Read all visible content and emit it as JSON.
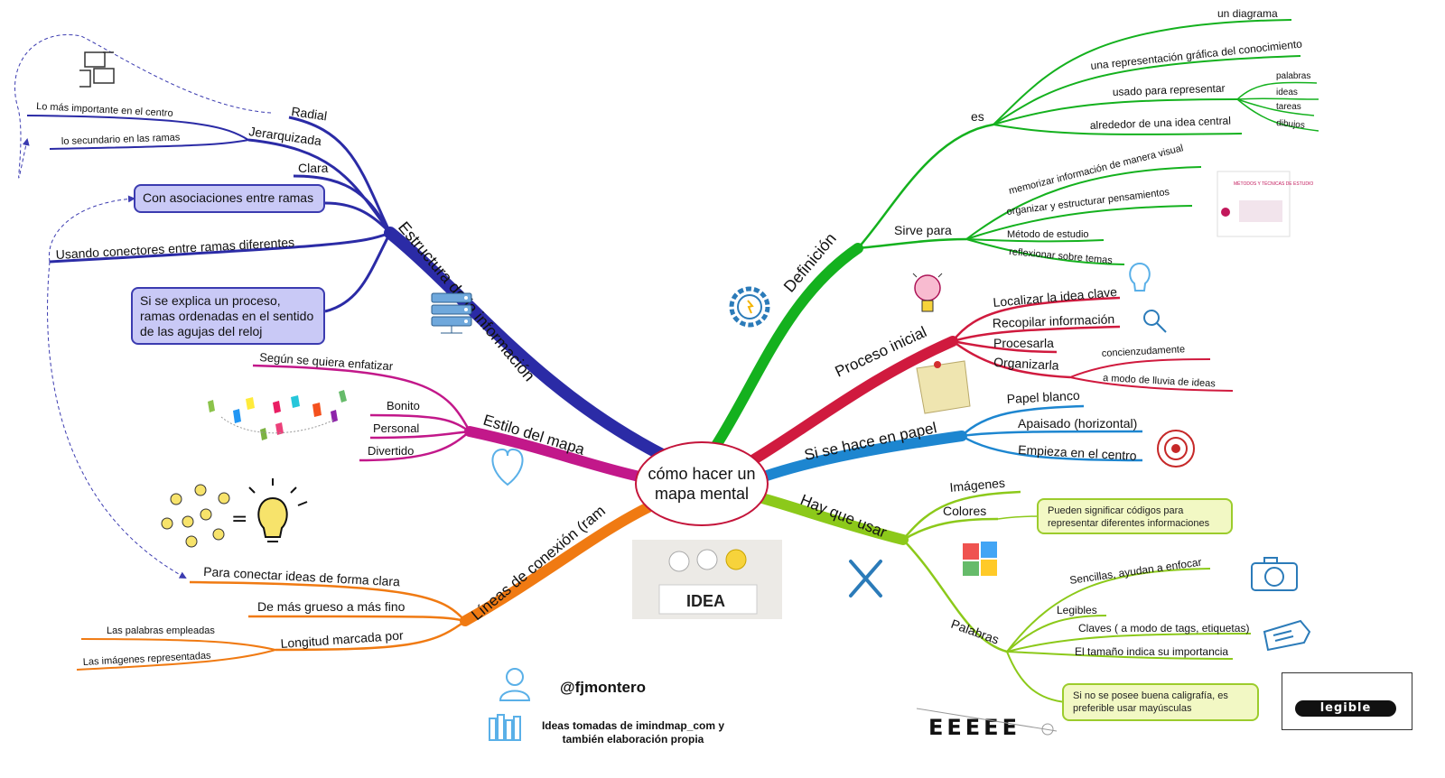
{
  "center": {
    "line1": "cómo hacer un",
    "line2": "mapa mental"
  },
  "colors": {
    "estructura": "#2b2ba6",
    "estilo": "#c2188a",
    "lineas": "#f07a12",
    "definicion": "#14b11e",
    "proceso": "#d01a3e",
    "papel": "#1d86d0",
    "usar": "#8cc91a"
  },
  "estructura": {
    "title": "Estructura de la información",
    "radial": "Radial",
    "jerarquizada": "Jerarquizada",
    "jer_a": "Lo más importante en el centro",
    "jer_b": "lo secundario en las ramas",
    "clara": "Clara",
    "asociaciones": "Con asociaciones entre ramas",
    "conectores": "Usando conectores entre ramas diferentes",
    "proceso_1": "Si se explica un proceso,",
    "proceso_2": "ramas ordenadas en el sentido",
    "proceso_3": "de las agujas del reloj"
  },
  "estilo": {
    "title": "Estilo del mapa",
    "enfatizar": "Según se quiera enfatizar",
    "bonito": "Bonito",
    "personal": "Personal",
    "divertido": "Divertido"
  },
  "lineas": {
    "title": "Líneas de conexión (ram",
    "conectar": "Para conectar ideas de forma clara",
    "grueso": "De más grueso a más fino",
    "longitud": "Longitud marcada por",
    "palabras": "Las palabras empleadas",
    "imagenes": "Las imágenes representadas",
    "idea_label": "IDEA"
  },
  "definicion": {
    "title": "Definición",
    "es": "es",
    "diagrama": "un diagrama",
    "representacion": "una representación gráfica del conocimiento",
    "usado": "usado para representar",
    "palabras": "palabras",
    "ideas": "ideas",
    "tareas": "tareas",
    "dibujos": "dibujos",
    "alrededor": "alrededor de una idea central",
    "sirve": "Sirve para",
    "memorizar": "memorizar información de manera visual",
    "organizar": "organizar y estructurar pensamientos",
    "metodo": "Método de estudio",
    "reflexionar": "reflexionar sobre temas",
    "book_title": "MÉTODOS Y TÉCNICAS DE ESTUDIO"
  },
  "proceso": {
    "title": "Proceso inicial",
    "localizar": "Localizar la idea clave",
    "recopilar": "Recopilar información",
    "procesarla": "Procesarla",
    "organizarla": "Organizarla",
    "concienzudamente": "concienzudamente",
    "lluvia": "a modo de lluvia de ideas"
  },
  "papel": {
    "title": "Si se hace en papel",
    "blanco": "Papel blanco",
    "apaisado": "Apaisado (horizontal)",
    "centro": "Empieza en el centro"
  },
  "usar": {
    "title": "Hay que usar",
    "imagenes": "Imágenes",
    "colores": "Colores",
    "colores_note_1": "Pueden significar códigos para",
    "colores_note_2": "representar diferentes informaciones",
    "palabras": "Palabras",
    "sencillas": "Sencillas, ayudan a enfocar",
    "legibles": "Legibles",
    "claves": "Claves ( a modo de tags, etiquetas)",
    "tamano": "El tamaño indica su importancia",
    "note_1": "Si no se posee buena caligrafía, es",
    "note_2": "preferible usar mayúsculas"
  },
  "credits": {
    "handle": "@fjmontero",
    "source_1": "Ideas tomadas de imindmap_com y",
    "source_2": "también elaboración propia"
  },
  "legible": "legible",
  "eye_chart": "EEEEE"
}
